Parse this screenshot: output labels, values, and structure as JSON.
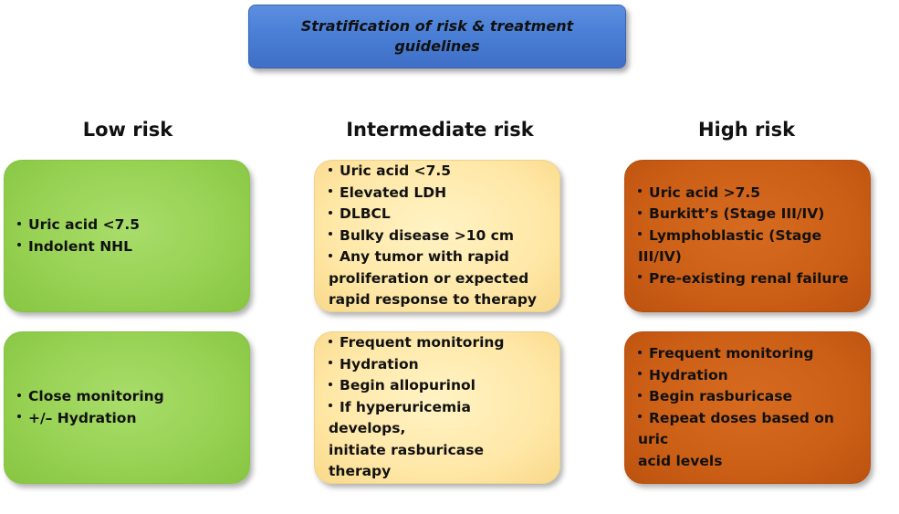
{
  "title": {
    "line1": "Stratification of risk & treatment",
    "line2": "guidelines"
  },
  "columns": [
    {
      "header": "Low risk",
      "criteria": [
        "Uric acid <7.5",
        "Indolent NHL"
      ],
      "treatment": [
        "Close monitoring",
        "+/– Hydration"
      ]
    },
    {
      "header": "Intermediate risk",
      "criteria": [
        "Uric acid <7.5",
        "Elevated LDH",
        "DLBCL",
        "Bulky disease >10 cm",
        "Any tumor with rapid",
        "proliferation or expected",
        "rapid response to therapy"
      ],
      "treatment": [
        "Frequent monitoring",
        "Hydration",
        "Begin allopurinol",
        "If hyperuricemia develops,",
        "initiate rasburicase therapy"
      ]
    },
    {
      "header": "High risk",
      "criteria": [
        "Uric acid >7.5",
        "Burkitt’s (Stage III/IV)",
        "Lymphoblastic (Stage III/IV)",
        "Pre-existing renal failure"
      ],
      "treatment": [
        "Frequent monitoring",
        "Hydration",
        "Begin rasburicase",
        "Repeat doses based on uric",
        "acid levels"
      ]
    }
  ],
  "colors": {
    "title_fill": "#4a7fd6",
    "low": "#98d254",
    "intermediate": "#ffe8a8",
    "high": "#cc5f16"
  }
}
